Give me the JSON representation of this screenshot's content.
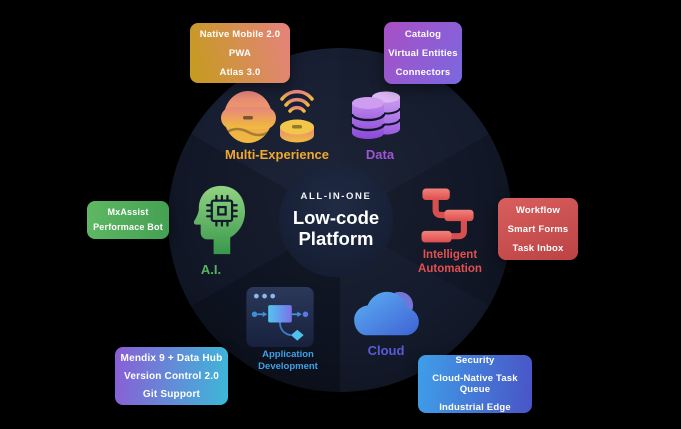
{
  "center": {
    "kicker": "ALL-IN-ONE",
    "title1": "Low-code",
    "title2": "Platform"
  },
  "labels": {
    "multi_experience": "Multi-Experience",
    "data": "Data",
    "ai": "A.I.",
    "intelligent_automation_1": "Intelligent",
    "intelligent_automation_2": "Automation",
    "application_development_1": "Application",
    "application_development_2": "Development",
    "cloud": "Cloud"
  },
  "callouts": {
    "multi_experience": {
      "lines": [
        "Native Mobile 2.0",
        "PWA",
        "Atlas 3.0"
      ]
    },
    "data": {
      "lines": [
        "Catalog",
        "Virtual Entities",
        "Connectors"
      ]
    },
    "ai": {
      "lines": [
        "MxAssist",
        "Performace Bot"
      ]
    },
    "intelligent_automation": {
      "lines": [
        "Workflow",
        "Smart Forms",
        "Task Inbox"
      ]
    },
    "application_development": {
      "lines": [
        "Mendix 9 + Data Hub",
        "Version Control 2.0",
        "Git Support"
      ]
    },
    "cloud": {
      "lines": [
        "Security",
        "Cloud-Native Task Queue",
        "Industrial Edge"
      ]
    }
  },
  "colors": {
    "background": "#000000",
    "center_circle": "#1a2438",
    "multi_experience_accent": "#f0a930",
    "data_accent": "#9e55d6",
    "ai_accent": "#55b55e",
    "intelligent_automation_accent": "#e25050",
    "application_development_accent": "#3fa0e8",
    "cloud_accent": "#585cd8",
    "callout_gradients": {
      "multi_experience": [
        "#c49c1d",
        "#e5837d"
      ],
      "data": [
        "#a94fc4",
        "#7a68e0"
      ],
      "ai": [
        "#5eb863",
        "#44a052"
      ],
      "intelligent_automation": [
        "#d95f5f",
        "#bc4343"
      ],
      "application_development": [
        "#8a5ed6",
        "#3cb8d8"
      ],
      "cloud": [
        "#3f9ee8",
        "#4a54c6"
      ]
    }
  }
}
